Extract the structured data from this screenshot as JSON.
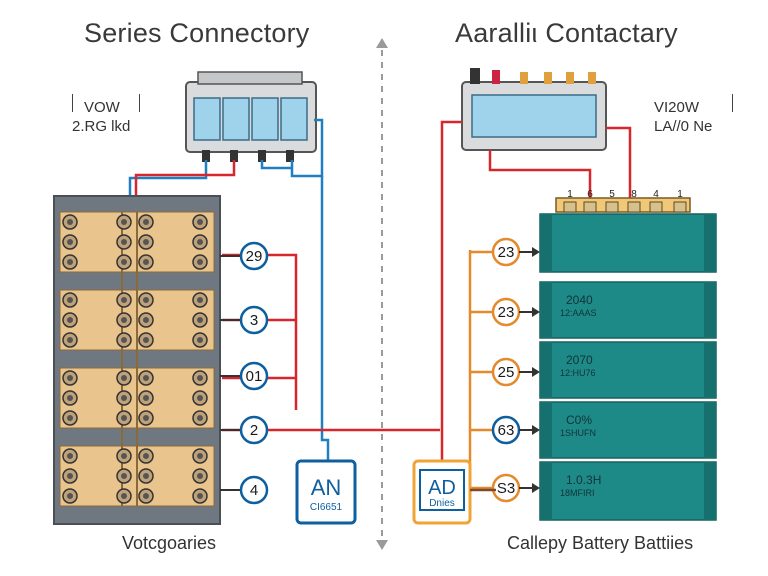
{
  "titles": {
    "left": "Series Connectory",
    "right": "Aaralliι Contactary"
  },
  "specs": {
    "left_line1": "VOW",
    "left_line2": "2.RG lkd",
    "right_line1": "VI20W",
    "right_line2": "LA//0 Ne"
  },
  "captions": {
    "left": "Votcgoaries",
    "right": "Callepy Battery Battiies"
  },
  "left_badges": [
    "29",
    "3",
    "01",
    "2",
    "4"
  ],
  "right_badges": [
    "23",
    "23",
    "25",
    "63",
    "S3"
  ],
  "right_cells": [
    {
      "line1": "",
      "line2": ""
    },
    {
      "line1": "2040",
      "line2": "12:AAAS"
    },
    {
      "line1": "2070",
      "line2": "12:HU76"
    },
    {
      "line1": "C0%",
      "line2": "1SHUFN"
    },
    {
      "line1": "1.0.3H",
      "line2": "18MFIRI"
    }
  ],
  "terminal_labels": [
    "1",
    "6",
    "5",
    "8",
    "4",
    "1"
  ],
  "left_box": {
    "line1": "AN",
    "line2": "CI6651"
  },
  "right_box": {
    "line1": "AD",
    "line2": "Dnies"
  },
  "colors": {
    "red_wire": "#d8262d",
    "blue_wire": "#1f7fc0",
    "orange_wire": "#e58a2c",
    "teal_battery": "#1e8a87",
    "tan_cell": "#e9c48c",
    "badge_blue": "#0e5f9f",
    "box_orange": "#f0a436"
  },
  "icons": [
    "dashed-divider",
    "up-arrow-icon",
    "down-arrow-icon",
    "bms-module-icon",
    "connector-module-icon"
  ]
}
